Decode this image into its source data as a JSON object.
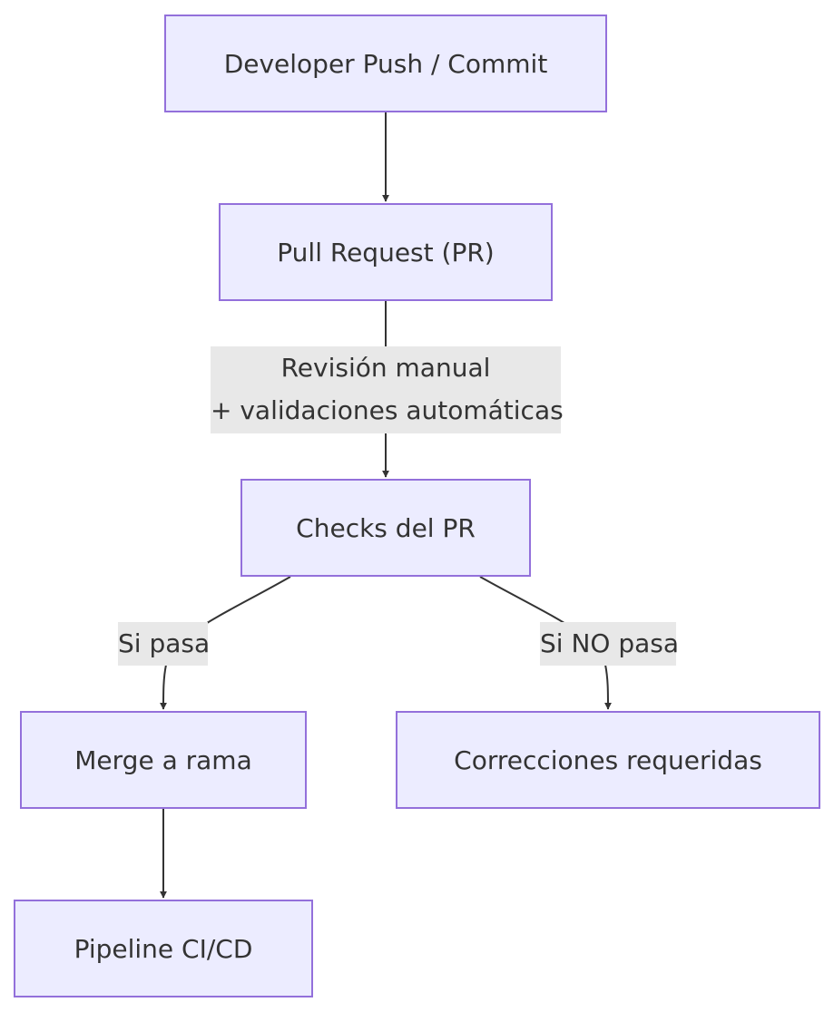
{
  "diagram": {
    "nodes": {
      "push": "Developer Push / Commit",
      "pr": "Pull Request (PR)",
      "checks": "Checks del PR",
      "merge": "Merge a rama",
      "fixes": "Correcciones requeridas",
      "pipeline": "Pipeline CI/CD"
    },
    "edge_labels": {
      "review_line1": "Revisión manual",
      "review_line2": "+ validaciones automáticas",
      "pass": "Si pasa",
      "fail": "Si NO pasa"
    },
    "colors": {
      "node_fill": "#ECECFF",
      "node_border": "#9370DB",
      "edge_stroke": "#333333",
      "label_background": "#E8E8E8"
    }
  }
}
